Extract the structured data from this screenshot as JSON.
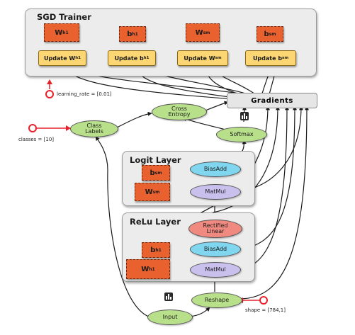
{
  "sgd_trainer": {
    "title": "SGD Trainer",
    "tensors": [
      {
        "base": "W",
        "sub": "h1"
      },
      {
        "base": "b",
        "sub": "h1"
      },
      {
        "base": "W",
        "sub": "sm"
      },
      {
        "base": "b",
        "sub": "sm"
      }
    ],
    "updates": [
      {
        "label": "Update W",
        "sub": "h1"
      },
      {
        "label": "Update b",
        "sub": "h1"
      },
      {
        "label": "Update W",
        "sub": "sm"
      },
      {
        "label": "Update b",
        "sub": "sm"
      }
    ]
  },
  "learning_rate_label": "learning_rate = [0.01]",
  "classes_label": "classes = [10]",
  "shape_label": "shape = [784,1]",
  "gradients_label": "Gradients",
  "ops": {
    "class_labels": "Class Labels",
    "cross_entropy": "Cross Entropy",
    "softmax": "Softmax",
    "logit_biasadd": "BiasAdd",
    "logit_matmul": "MatMul",
    "rectified_linear": "Rectified Linear",
    "relu_biasadd": "BiasAdd",
    "relu_matmul": "MatMul",
    "reshape": "Reshape",
    "input": "Input"
  },
  "logit_layer": {
    "title": "Logit Layer",
    "bias": {
      "base": "b",
      "sub": "sm"
    },
    "weight": {
      "base": "W",
      "sub": "sm"
    }
  },
  "relu_layer": {
    "title": "ReLu Layer",
    "bias": {
      "base": "b",
      "sub": "h1"
    },
    "weight": {
      "base": "W",
      "sub": "h1"
    }
  },
  "colors": {
    "tensor": "#e9612f",
    "update": "#fbd672",
    "op_green": "#b8e08a",
    "op_blue": "#7fd6ee",
    "op_purple": "#c9c0ee",
    "op_pink": "#f08a80",
    "param_red": "#e8202a"
  }
}
